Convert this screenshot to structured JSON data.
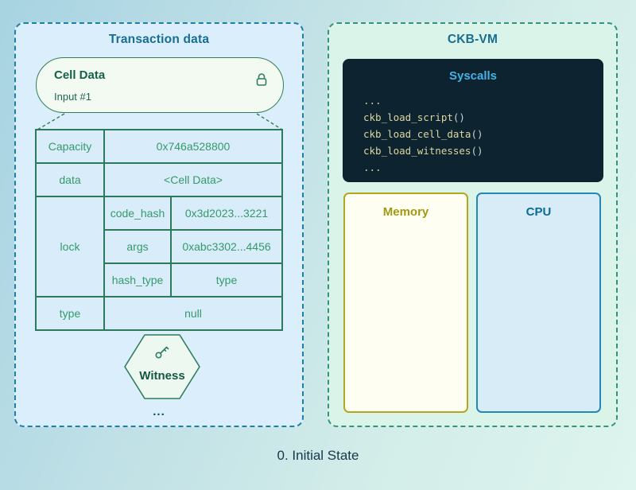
{
  "caption": "0. Initial State",
  "left_panel": {
    "title": "Transaction data",
    "cell_card": {
      "title": "Cell Data",
      "subtitle": "Input #1"
    },
    "table": {
      "rows": [
        {
          "label": "Capacity",
          "value": "0x746a528800"
        },
        {
          "label": "data",
          "value": "<Cell Data>"
        },
        {
          "label": "lock",
          "subrows": [
            {
              "label": "code_hash",
              "value": "0x3d2023...3221"
            },
            {
              "label": "args",
              "value": "0xabc3302...4456"
            },
            {
              "label": "hash_type",
              "value": "type"
            }
          ]
        },
        {
          "label": "type",
          "value": "null"
        }
      ]
    },
    "witness": {
      "label": "Witness"
    },
    "ellipsis": "..."
  },
  "right_panel": {
    "title": "CKB-VM",
    "syscalls": {
      "title": "Syscalls",
      "lines": [
        {
          "text": "...",
          "parens": ""
        },
        {
          "text": "ckb_load_script",
          "parens": "()"
        },
        {
          "text": "ckb_load_cell_data",
          "parens": "()"
        },
        {
          "text": "ckb_load_witnesses",
          "parens": "()"
        },
        {
          "text": "...",
          "parens": ""
        }
      ]
    },
    "memory_label": "Memory",
    "cpu_label": "CPU"
  },
  "colors": {
    "background_start": "#a7d3e2",
    "background_end": "#def4ee",
    "left_panel_border": "#1f7ea6",
    "left_panel_bg": "#dbeefb",
    "right_panel_border": "#35937c",
    "right_panel_bg": "#dbf4e9",
    "green_stroke": "#2c7a5a",
    "green_text": "#35996b",
    "dark_green_text": "#15604a",
    "title_blue": "#176d92",
    "syscalls_bg": "#0d2330",
    "syscalls_title": "#46b2e4",
    "code_yellow": "#dcd79e",
    "memory_border": "#b5a61d",
    "memory_text": "#a29812",
    "cpu_border": "#2387b8",
    "cpu_text": "#0c6b96",
    "caption_text": "#17374a"
  }
}
